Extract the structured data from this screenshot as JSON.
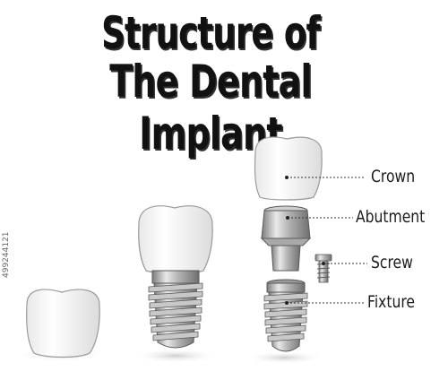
{
  "title": {
    "line1": "Structure of",
    "line2": "The Dental Implant"
  },
  "labels": {
    "crown": "Crown",
    "abutment": "Abutment",
    "screw": "Screw",
    "fixture": "Fixture"
  },
  "stock_id": "499244121",
  "colors": {
    "tooth": "#f7f7f7",
    "metal_light": "#e6e6e6",
    "metal_dark": "#8a8a8a",
    "outline": "#5a5a5a"
  }
}
